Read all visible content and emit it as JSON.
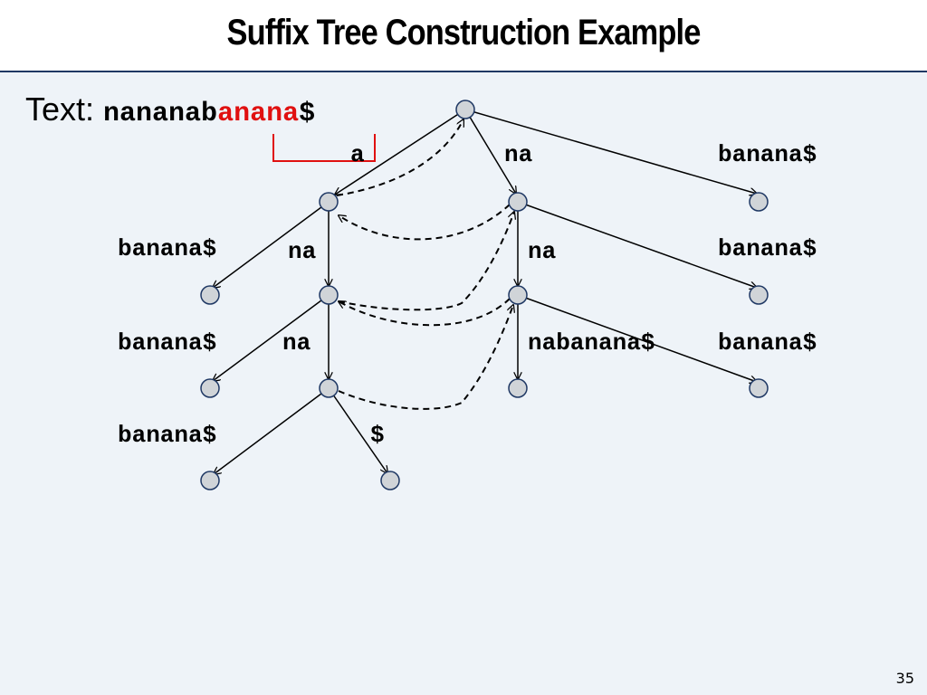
{
  "slide": {
    "title": "Suffix Tree Construction Example",
    "page_number": "35"
  },
  "text_line": {
    "label": "Text: ",
    "prefix": "nananab",
    "highlight": "anana",
    "suffix": "$"
  },
  "edge_labels": {
    "root_a": "a",
    "root_na": "na",
    "root_banana": "banana$",
    "a_banana": "banana$",
    "a_na": "na",
    "na_na": "na",
    "na_banana": "banana$",
    "ana_banana": "banana$",
    "ana_na": "na",
    "nana_nabanana": "nabanana$",
    "nana_banana": "banana$",
    "anana_banana": "banana$",
    "anana_dollar": "$"
  },
  "colors": {
    "highlight": "#e01010",
    "node_fill": "#d0d4d8",
    "node_stroke": "#1f3864",
    "title_rule": "#1f3864",
    "background": "#eef3f8"
  }
}
